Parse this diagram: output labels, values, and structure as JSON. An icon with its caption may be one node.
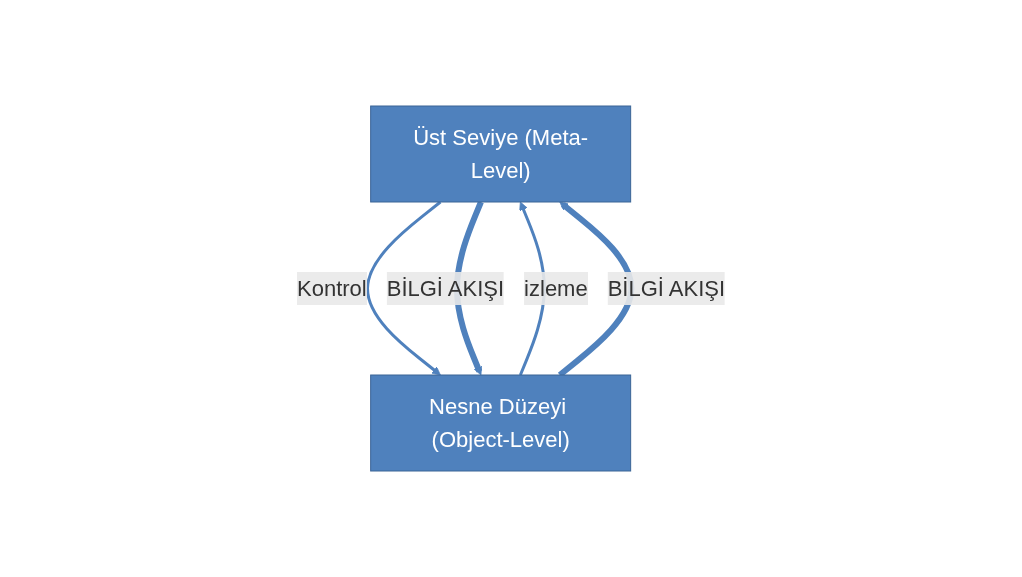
{
  "diagram": {
    "nodes": [
      {
        "text": [
          "Üst Seviye (Meta-Level)"
        ]
      },
      {
        "text": [
          "Nesne Düzeyi (Object-Level)"
        ]
      }
    ],
    "edges": [
      {
        "from": 0,
        "to": 1,
        "arrow": "to",
        "label": "Kontrol"
      },
      {
        "from": 1,
        "to": 0,
        "arrow": "to",
        "label": "izleme"
      },
      {
        "from": 1,
        "to": 0,
        "arrow": "to",
        "label": "BİLGİ AKIŞI",
        "style": "thick"
      },
      {
        "from": 0,
        "to": 1,
        "arrow": "to",
        "label": "BİLGİ AKIŞI",
        "style": "thick"
      }
    ]
  }
}
